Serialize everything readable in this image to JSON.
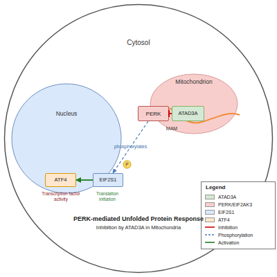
{
  "diagram": {
    "title": "PERK-mediated Unfolded Protein Response",
    "caption": "Inhibition by ATAD3A in Mitochondria",
    "nodes": [
      {
        "text": [
          "Cytosol"
        ]
      },
      {
        "text": [
          "Mitochondrion"
        ],
        "in": 0
      },
      {
        "text": [
          "PERK"
        ],
        "in": 0
      },
      {
        "text": [
          "ATAD3A"
        ],
        "in": 1
      },
      {
        "text": [
          "Nucleus"
        ],
        "in": 0
      },
      {
        "text": [
          "ATF4"
        ],
        "in": 4
      },
      {
        "text": [
          "P"
        ],
        "in": 0
      },
      {
        "text": [
          "EIF2S1"
        ],
        "in": 0
      }
    ],
    "edges": [
      {
        "from": 3,
        "to": 2,
        "arrow": "to"
      },
      {
        "from": 2,
        "to": 7,
        "label": "phosphorylates",
        "arrow": "to"
      },
      {
        "from": 7,
        "to": 5,
        "arrow": "to"
      }
    ],
    "labels": [
      "MAM",
      "Transcription factor activity",
      "Translation initiation",
      "Legend"
    ],
    "legend": [
      {
        "text": "ATAD3A",
        "color": "#d5e8d4"
      },
      {
        "text": "PERK/EIF2AK3",
        "color": "#f8cecc"
      },
      {
        "text": "EIF2S1",
        "color": "#dae8fc"
      },
      {
        "text": "ATF4",
        "color": "#ffe6cc"
      },
      {
        "text": "Inhibition"
      },
      {
        "text": "Phosphorylation"
      },
      {
        "text": "Activation"
      }
    ]
  }
}
